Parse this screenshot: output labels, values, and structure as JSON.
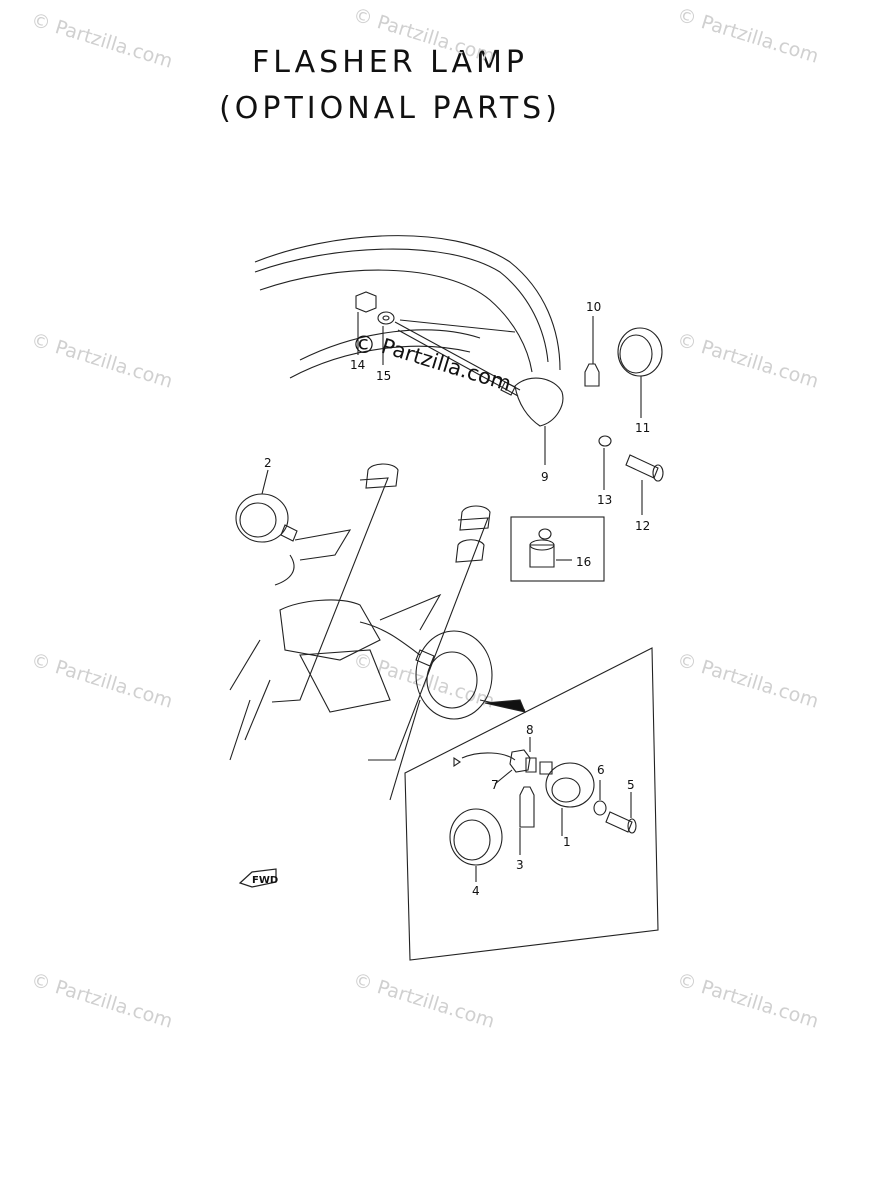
{
  "title": {
    "line1": "FLASHER LAMP",
    "line2": "(OPTIONAL PARTS)"
  },
  "watermark": {
    "text": "© Partzilla.com",
    "center_text": "Partzilla.com",
    "center_symbol": "©"
  },
  "direction_marker": "FWD",
  "callouts": [
    "1",
    "2",
    "3",
    "4",
    "5",
    "6",
    "7",
    "8",
    "9",
    "10",
    "11",
    "12",
    "13",
    "14",
    "15",
    "16"
  ]
}
